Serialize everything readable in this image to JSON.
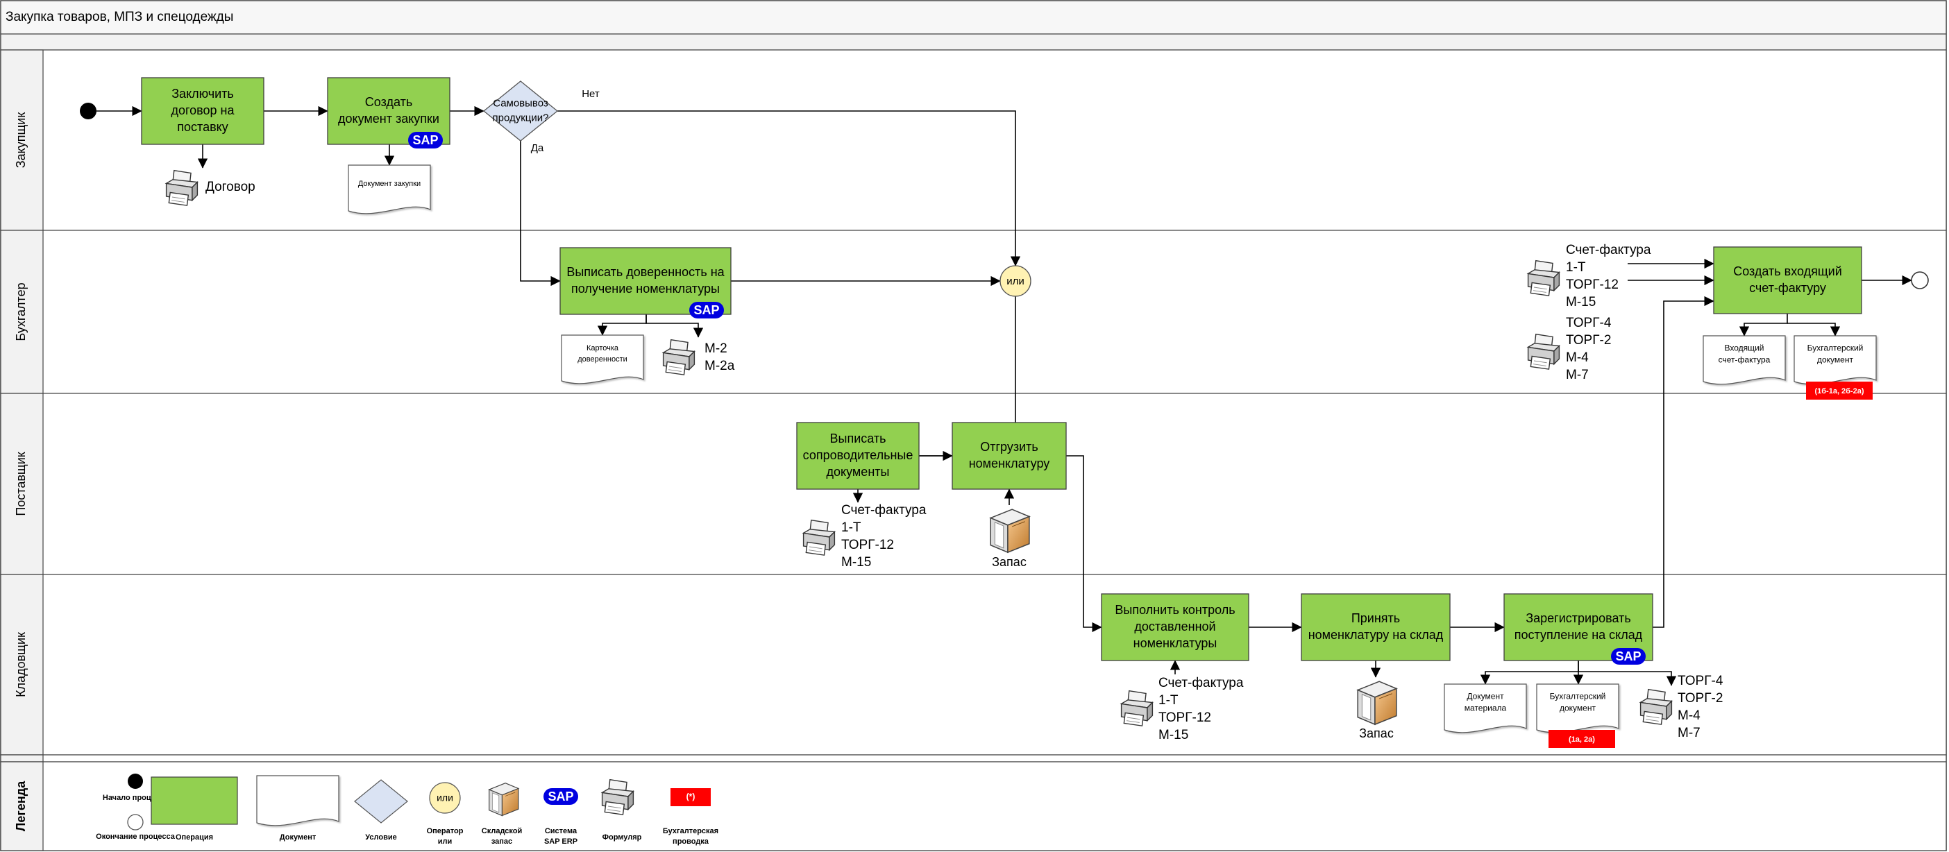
{
  "title": "Закупка товаров, МПЗ и спецодежды",
  "lanes": [
    "Закупщик",
    "Бухгалтер",
    "Поставщик",
    "Кладовщик"
  ],
  "legend_lane": "Легенда",
  "colors": {
    "operation": "#92d050",
    "condition": "#dae3f3",
    "or_operator": "#fff2b3",
    "sap_badge": "#0000e0",
    "posting_badge": "#ff0000",
    "line": "#000000"
  },
  "sap_label": "SAP",
  "or_label": "или",
  "operations": {
    "op1": [
      "Заключить",
      "договор на",
      "поставку"
    ],
    "op2": [
      "Создать",
      "документ закупки"
    ],
    "op3": [
      "Выписать доверенность на",
      "получение номенклатуры"
    ],
    "op4": [
      "Создать входящий",
      "счет-фактуру"
    ],
    "op5": [
      "Выписать",
      "сопроводительные",
      "документы"
    ],
    "op6": [
      "Отгрузить",
      "номенклатуру"
    ],
    "op7": [
      "Выполнить контроль",
      "доставленной",
      "номенклатуры"
    ],
    "op8": [
      "Принять",
      "номенклатуру на склад"
    ],
    "op9": [
      "Зарегистрировать",
      "поступление на склад"
    ]
  },
  "decision": {
    "text": [
      "Самовывоз",
      "продукции?"
    ],
    "no_label": "Нет",
    "yes_label": "Да"
  },
  "documents": {
    "purchase_doc": [
      "Документ закупки"
    ],
    "power_attorney_card": [
      "Карточка",
      "доверенности"
    ],
    "incoming_invoice": [
      "Входящий",
      "счет-фактура"
    ],
    "accounting_doc_top": [
      "Бухгалтерский",
      "документ"
    ],
    "material_doc": [
      "Документ",
      "материала"
    ],
    "accounting_doc_bottom": [
      "Бухгалтерский",
      "документ"
    ]
  },
  "posting_badges": {
    "top": "(1б-1а, 2б-2а)",
    "bottom": "(1а, 2а)"
  },
  "forms": {
    "contract": [
      "Договор"
    ],
    "m2": [
      "М-2",
      "М-2а"
    ],
    "invoice_set_top": [
      "Счет-фактура",
      "1-Т",
      "ТОРГ-12",
      "М-15"
    ],
    "torg_top": [
      "ТОРГ-4",
      "ТОРГ-2",
      "М-4",
      "М-7"
    ],
    "invoice_set_supplier": [
      "Счет-фактура",
      "1-Т",
      "ТОРГ-12",
      "М-15"
    ],
    "invoice_set_storekeeper": [
      "Счет-фактура",
      "1-Т",
      "ТОРГ-12",
      "М-15"
    ],
    "torg_bottom": [
      "ТОРГ-4",
      "ТОРГ-2",
      "М-4",
      "М-7"
    ]
  },
  "stock_labels": {
    "supplier": "Запас",
    "storekeeper": "Запас"
  },
  "legend": {
    "start": "Начало процесса",
    "end": "Окончание процесса",
    "operation": "Операция",
    "document": "Документ",
    "condition": "Условие",
    "or_operator": [
      "Оператор",
      "или"
    ],
    "stock": [
      "Складской",
      "запас"
    ],
    "sap": [
      "Система",
      "SAP ERP"
    ],
    "form": "Формуляр",
    "posting": [
      "Бухгалтерская",
      "проводка"
    ],
    "posting_badge": "(*)"
  }
}
